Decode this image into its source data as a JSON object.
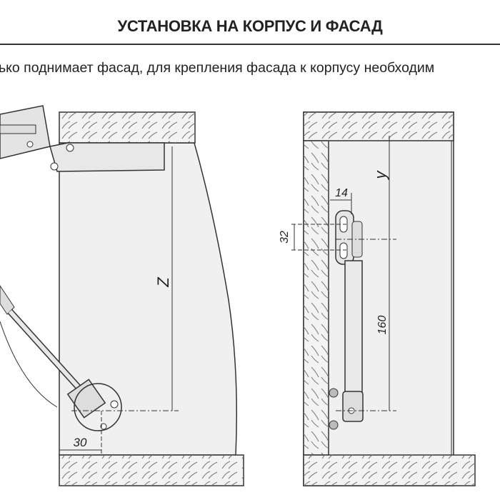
{
  "header": {
    "title": "УСТАНОВКА НА КОРПУС И ФАСАД",
    "subtitle": "ько поднимает фасад, для крепления фасада к корпусу необходим"
  },
  "left_view": {
    "dim_z": "Z",
    "dim_30": "30"
  },
  "right_view": {
    "dim_y": "y",
    "dim_14": "14",
    "dim_32": "32",
    "dim_160": "160"
  },
  "colors": {
    "panel": "#efefef",
    "line": "#333333"
  }
}
